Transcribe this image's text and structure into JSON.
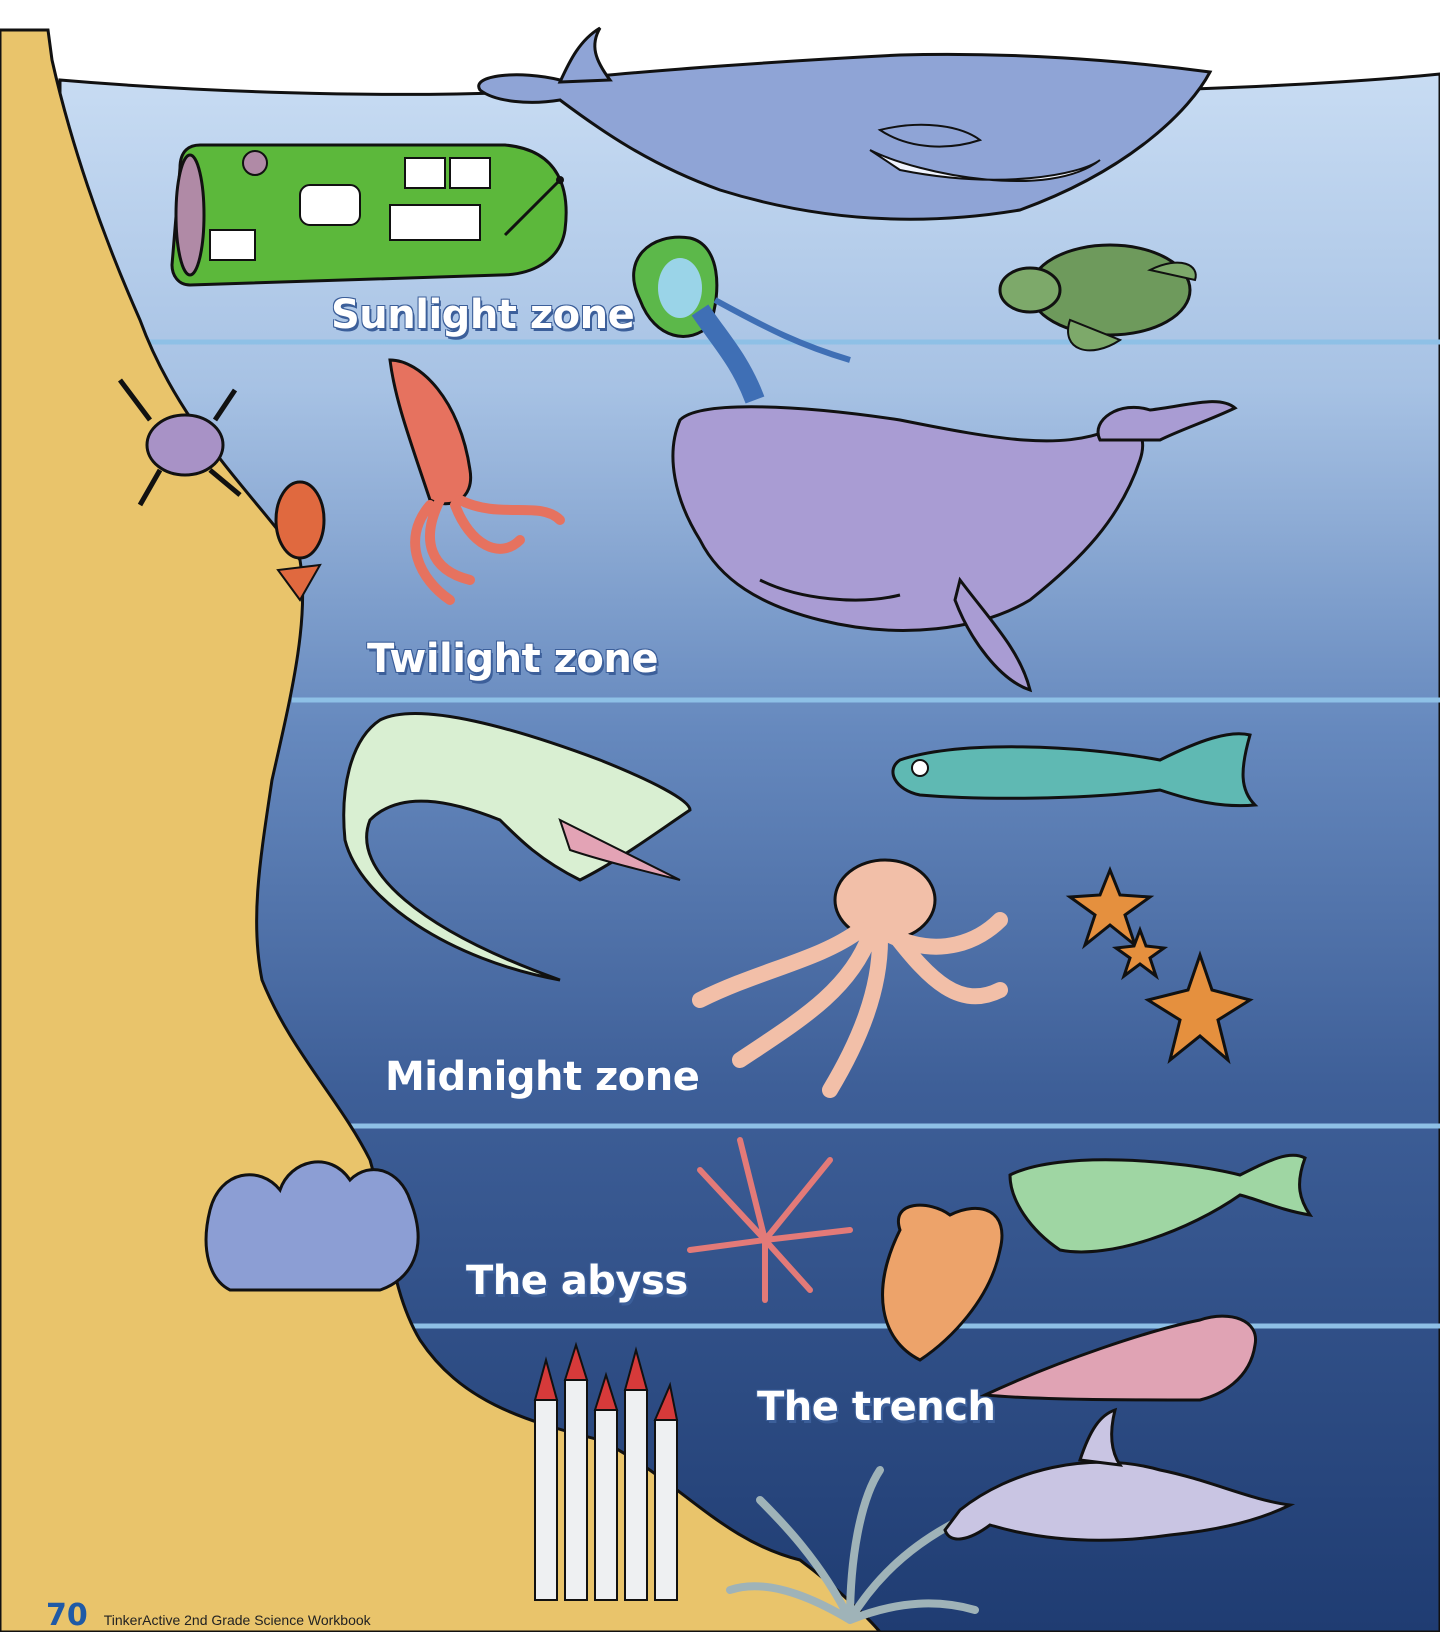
{
  "zones": [
    {
      "label": "Sunlight zone"
    },
    {
      "label": "Twilight zone"
    },
    {
      "label": "Midnight zone"
    },
    {
      "label": "The abyss"
    },
    {
      "label": "The trench"
    }
  ],
  "footer": {
    "page_number": "70",
    "book_title": "TinkerActive 2nd Grade Science Workbook"
  },
  "colors": {
    "sand": "#e9c46b",
    "water_top": "#c6daf2",
    "water_bottom": "#1f3c72",
    "zone_line": "#7fb4e0",
    "label_shadow": "#3c5f9a",
    "page_number": "#1f5aa6"
  },
  "illustrations": [
    "submarine-icon",
    "blue-whale-icon",
    "jellyfish-icon",
    "sea-turtle-icon",
    "crab-icon",
    "sea-anemone-icon",
    "squid-icon",
    "sperm-whale-icon",
    "gulper-eel-icon",
    "viperfish-icon",
    "octopus-icon",
    "starfish-icon",
    "sponge-icon",
    "coral-icon",
    "cusk-eel-icon",
    "dumbo-octopus-icon",
    "tube-worms-icon",
    "snailfish-icon",
    "sea-anemone-bottom-icon",
    "dolphin-icon"
  ]
}
